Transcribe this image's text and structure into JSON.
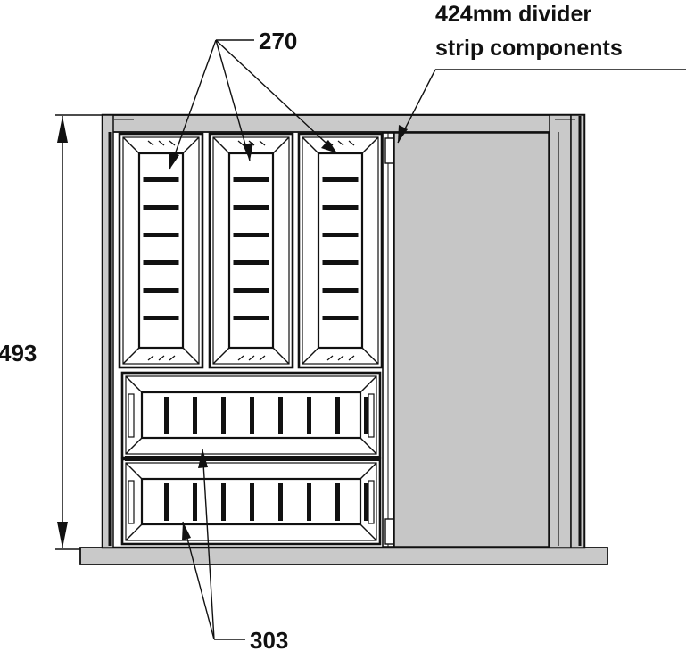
{
  "labels": {
    "tray_width_top": "270",
    "tray_width_bottom": "303",
    "height": "493",
    "divider_line1": "424mm divider",
    "divider_line2": "strip components"
  },
  "colors": {
    "outline": "#111111",
    "frame_fill": "#c9c9c9",
    "empty_panel": "#c6c6c6",
    "tray_fill": "#ffffff"
  }
}
